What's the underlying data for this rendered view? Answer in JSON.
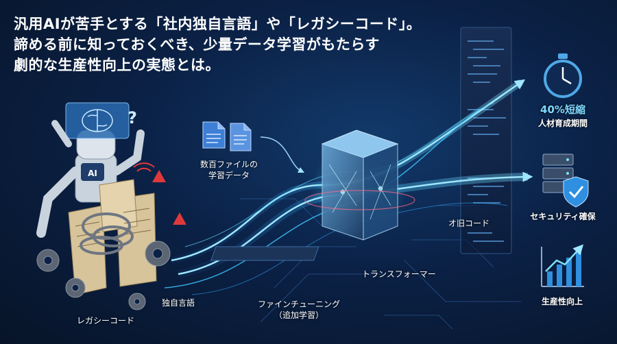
{
  "headline": {
    "line1": "汎用AIが苦手とする「社内独自言語」や「レガシーコード」。",
    "line2": "諦める前に知っておくべき、少量データ学習がもたらす",
    "line3": "劇的な生産性向上の実態とは。"
  },
  "labels": {
    "robot_ai": "AI",
    "training_data_line1": "数百ファイルの",
    "training_data_line2": "学習データ",
    "proprietary_language": "独自言語",
    "legacy_code": "レガシーコード",
    "finetuning_line1": "ファインチューニング",
    "finetuning_line2": "（追加学習）",
    "transformer": "トランスフォーマー",
    "old_code": "オ旧コード",
    "time_reduction": "40%短縮",
    "training_period": "人材育成期間",
    "security": "セキュリティ確保",
    "productivity": "生産性向上"
  },
  "icons": [
    "robot-icon",
    "brain-screen-icon",
    "question-mark-icon",
    "wifi-signal-icon",
    "warning-icon",
    "gear-icon",
    "scroll-icon",
    "tangled-wire-icon",
    "document-icon",
    "chip-cube-icon",
    "stopwatch-icon",
    "server-icon",
    "shield-check-icon",
    "growth-chart-icon"
  ],
  "colors": {
    "background": "#0b2146",
    "flow_glow": "#3fc8ff",
    "arrow": "#4fb8ff",
    "warning": "#e0393b",
    "highlight_text": "#7fd8ff",
    "scroll": "#d8c49a"
  }
}
